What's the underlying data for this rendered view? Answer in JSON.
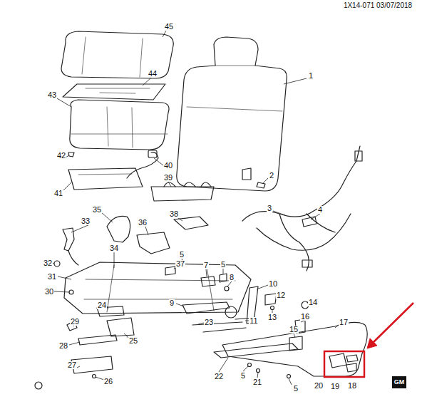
{
  "diagram": {
    "labels": [
      "1X14-071 03/07/2018",
      "45",
      "44",
      "43",
      "1",
      "42",
      "40",
      "41",
      "39",
      "2",
      "38",
      "3",
      "4",
      "35",
      "33",
      "36",
      "34",
      "32",
      "5",
      "37",
      "31",
      "7",
      "5",
      "8",
      "10",
      "12",
      "14",
      "30",
      "9",
      "24",
      "13",
      "11",
      "16",
      "17",
      "15",
      "29",
      "23",
      "25",
      "28",
      "22",
      "5",
      "27",
      "26",
      "21",
      "5",
      "20",
      "19",
      "18",
      "GM"
    ]
  }
}
